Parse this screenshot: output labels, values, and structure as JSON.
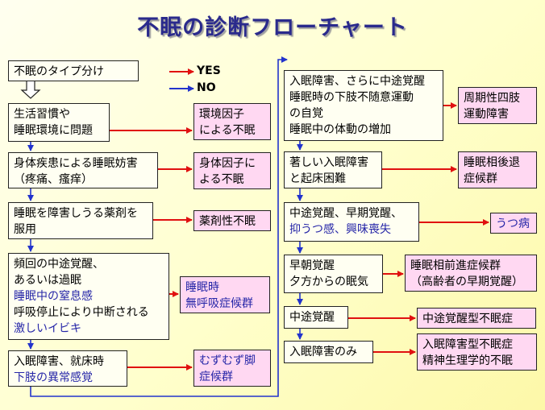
{
  "title": "不眠の診断フローチャート",
  "legend": {
    "yes_label": "YES",
    "no_label": "NO",
    "yes_color": "#e01010",
    "no_color": "#2233cc"
  },
  "left_column": {
    "start": "不眠のタイプ分け",
    "steps": [
      {
        "lines": [
          "生活習慣や",
          "睡眠環境に問題"
        ],
        "result": [
          "環境因子",
          "による不眠"
        ]
      },
      {
        "lines": [
          "身体疾患による睡眠妨害",
          "（疼痛、瘙痒）"
        ],
        "result": [
          "身体因子に",
          "よる不眠"
        ]
      },
      {
        "lines": [
          "睡眠を障害しうる薬剤を",
          "服用"
        ],
        "result": [
          "薬剤性不眠"
        ]
      },
      {
        "lines": [
          "頻回の中途覚醒、",
          "あるいは過眠",
          "睡眠中の窒息感",
          "呼吸停止により中断される",
          "激しいイビキ"
        ],
        "result": [
          "睡眠時",
          "無呼吸症候群"
        ]
      },
      {
        "lines": [
          "入眠障害、就床時",
          "下肢の異常感覚"
        ],
        "result": [
          "むずむず脚",
          "症候群"
        ]
      }
    ]
  },
  "right_column": {
    "steps": [
      {
        "lines": [
          "入眠障害、さらに中途覚醒",
          "睡眠時の下肢不随意運動",
          "の自覚",
          "睡眠中の体動の増加"
        ],
        "result": [
          "周期性四肢",
          "運動障害"
        ]
      },
      {
        "lines": [
          "著しい入眠障害",
          "と起床困難"
        ],
        "result": [
          "睡眠相後退",
          "症候群"
        ]
      },
      {
        "lines": [
          "中途覚醒、早期覚醒、",
          "抑うつ感、興味喪失"
        ],
        "result": [
          "うつ病"
        ]
      },
      {
        "lines": [
          "早朝覚醒",
          "夕方からの眠気"
        ],
        "result": [
          "睡眠相前進症候群",
          "（高齢者の早期覚醒）"
        ]
      },
      {
        "lines": [
          "中途覚醒"
        ],
        "result": [
          "中途覚醒型不眠症"
        ]
      },
      {
        "lines": [
          "入眠障害のみ"
        ],
        "result": [
          "入眠障害型不眠症",
          "精神生理学的不眠"
        ]
      }
    ]
  }
}
